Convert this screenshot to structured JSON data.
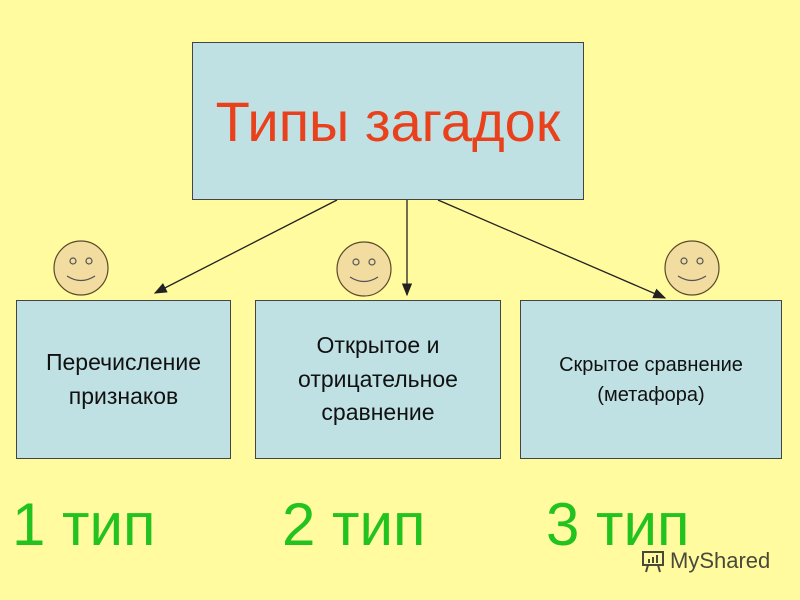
{
  "title": "Типы загадок",
  "boxes": [
    {
      "text": "Перечисление\nпризнаков"
    },
    {
      "text": "Открытое и\nотрицательное\nсравнение"
    },
    {
      "text": "Скрытое сравнение\n(метафора)"
    }
  ],
  "types": [
    "1 тип",
    "2 тип",
    "3 тип"
  ],
  "watermark": "MyShared",
  "colors": {
    "background": "#fffb9e",
    "box": "#bfe1e4",
    "title": "#e8411c",
    "type_label": "#22c21f"
  }
}
